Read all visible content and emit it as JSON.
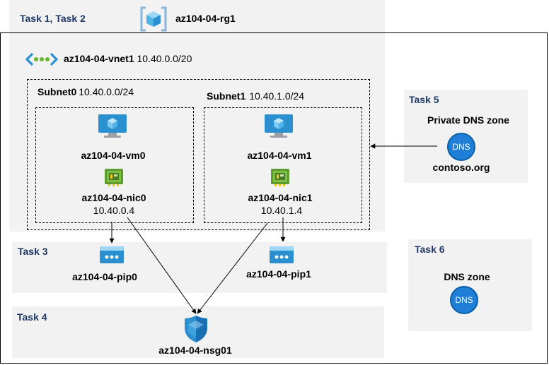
{
  "tasks": {
    "task12": "Task 1, Task 2",
    "task3": "Task 3",
    "task4": "Task 4",
    "task5": "Task 5",
    "task6": "Task 6"
  },
  "rg": {
    "name": "az104-04-rg1",
    "icon": "resource-group-icon"
  },
  "vnet": {
    "name": "az104-04-vnet1",
    "cidr": "10.40.0.0/20",
    "icon": "vnet-icon"
  },
  "subnets": [
    {
      "name": "Subnet0",
      "cidr": "10.40.0.0/24",
      "vm": "az104-04-vm0",
      "nic": "az104-04-nic0",
      "ip": "10.40.0.4"
    },
    {
      "name": "Subnet1",
      "cidr": "10.40.1.0/24",
      "vm": "az104-04-vm1",
      "nic": "az104-04-nic1",
      "ip": "10.40.1.4"
    }
  ],
  "pips": [
    "az104-04-pip0",
    "az104-04-pip1"
  ],
  "nsg": "az104-04-nsg01",
  "private_dns": {
    "title": "Private DNS zone",
    "zone": "contoso.org",
    "badge": "DNS"
  },
  "dns_zone": {
    "title": "DNS zone",
    "badge": "DNS"
  },
  "colors": {
    "band": "#f2f2f2",
    "task_text": "#1f3864",
    "azure_blue": "#0078d4"
  }
}
